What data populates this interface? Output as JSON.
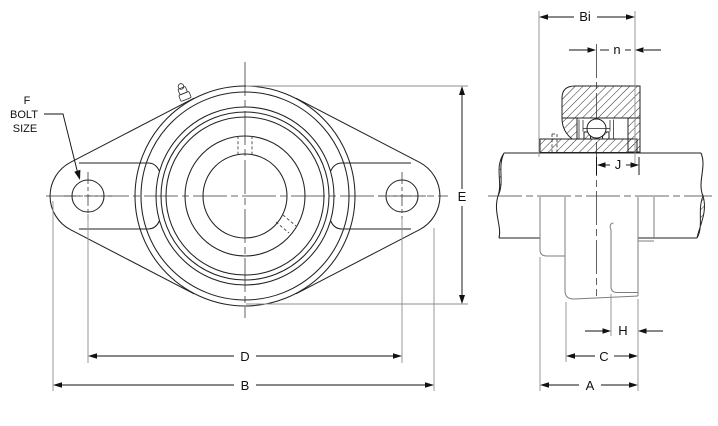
{
  "drawing": {
    "type": "bearing-flange-unit-dimension-drawing",
    "front_view": {
      "leader": {
        "l1": "F",
        "l2": "BOLT",
        "l3": "SIZE"
      },
      "dims": {
        "e": "E",
        "d": "D",
        "b": "B"
      }
    },
    "side_view": {
      "dims": {
        "bi": "Bi",
        "n": "n",
        "j": "J",
        "h": "H",
        "c": "C",
        "a": "A"
      }
    },
    "colors": {
      "line": "#222222",
      "dimension": "#111111",
      "extension": "#8f8f8f",
      "background": "#ffffff"
    }
  }
}
